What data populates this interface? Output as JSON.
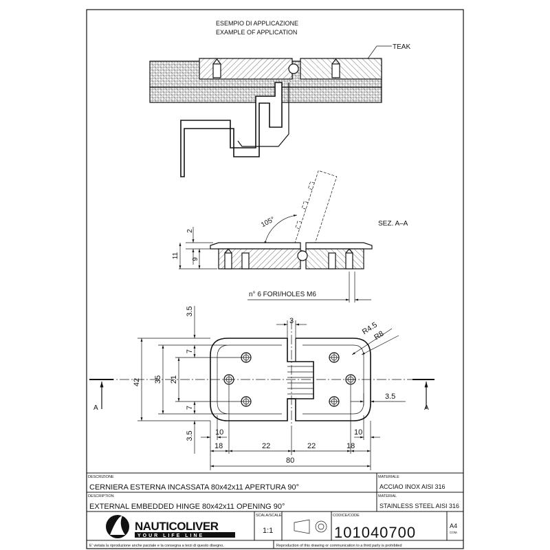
{
  "application": {
    "title_it": "ESEMPIO DI APPLICAZIONE",
    "title_en": "EXAMPLE OF APPLICATION",
    "teak_label": "TEAK"
  },
  "section": {
    "angle_label": "105°",
    "dim_2": "2",
    "dim_9": "9",
    "dim_11": "11",
    "section_label": "SEZ. A–A",
    "holes_note": "n° 6 FORI/HOLES M6"
  },
  "plan": {
    "dim_3_5_top": "3.5",
    "dim_3": "3",
    "dim_r4_5": "R4.5",
    "dim_r8": "R8",
    "dim_42": "42",
    "dim_35": "35",
    "dim_21": "21",
    "dim_7_top": "7",
    "dim_7_bottom": "7",
    "dim_3_5_right": "3.5",
    "dim_3_5_bottom": "3.5",
    "dim_10_left": "10",
    "dim_10_right": "10",
    "dim_18_left": "18",
    "dim_22_left": "22",
    "dim_22_right": "22",
    "dim_18_right": "18",
    "dim_80": "80",
    "cut_label_left": "A",
    "cut_label_right": "A"
  },
  "titleblock": {
    "descr_label_it": "DESCRIZIONE",
    "descr_it": "CERNIERA ESTERNA INCASSATA 80x42x11 APERTURA 90°",
    "descr_label_en": "DESCRIPTION",
    "descr_en": "EXTERNAL EMBEDDED HINGE 80x42x11 OPENING 90°",
    "material_label_it": "MATERIALE",
    "material_it": "ACCIAO INOX AISI 316",
    "material_label_en": "MATERIAL",
    "material_en": "STAINLESS STEEL AISI 316",
    "logo_name": "NAUTICOLIVER",
    "logo_tagline": "YOUR LIFE LINE",
    "scale_label": "SCALA/SCALE",
    "scale_value": "1:1",
    "code_label": "CODICE/CODE",
    "code_value": "101040700",
    "sheet_size": "A4",
    "sheet_sub": "COM.",
    "footer_it": "E' vietata la riproduzione anche parziale e la consegna a terzi di questo disegno.",
    "footer_en": "Reproduction of this drawing or communication to a third party is prohibited"
  }
}
